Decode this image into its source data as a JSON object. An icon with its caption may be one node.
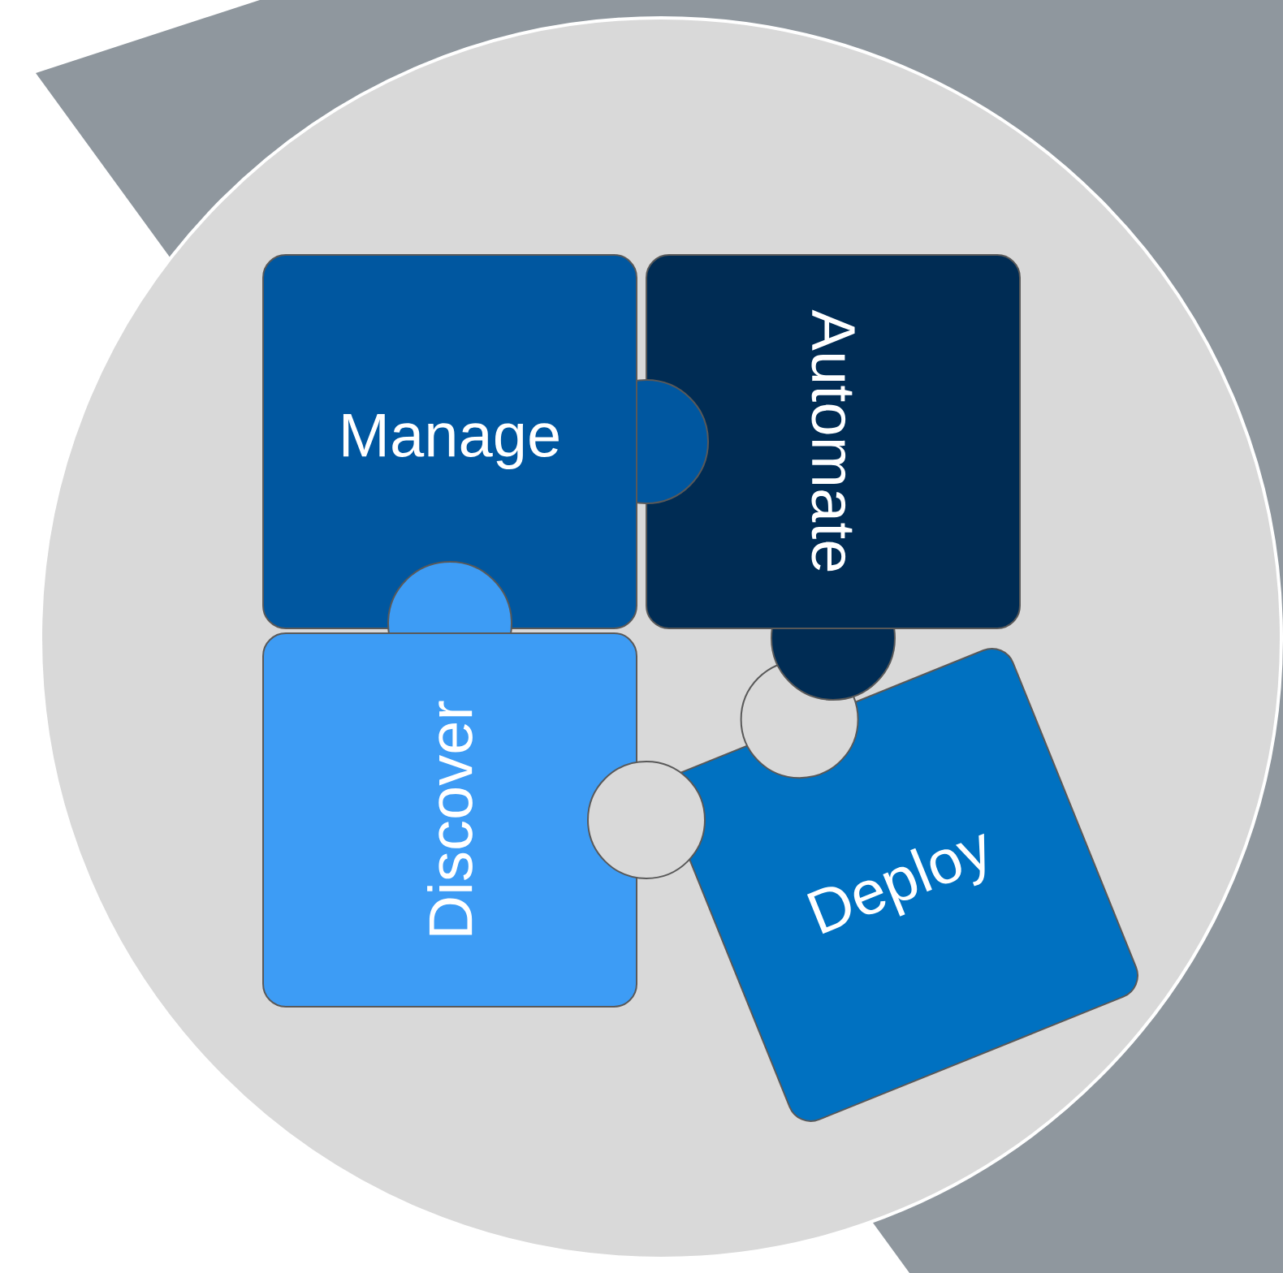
{
  "diagram": {
    "nodes": [
      {
        "text": [
          "Manage"
        ]
      },
      {
        "text": [
          "Automate"
        ]
      },
      {
        "text": [
          "Discover"
        ]
      },
      {
        "text": [
          "Deploy"
        ]
      }
    ]
  }
}
